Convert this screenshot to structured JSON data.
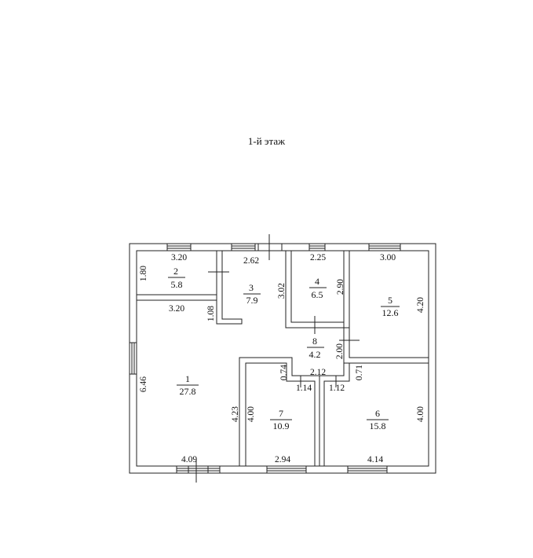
{
  "title": "1-й этаж",
  "rooms": [
    {
      "id": "room-1",
      "number": "1",
      "area": "27.8"
    },
    {
      "id": "room-2",
      "number": "2",
      "area": "5.8"
    },
    {
      "id": "room-3",
      "number": "3",
      "area": "7.9"
    },
    {
      "id": "room-4",
      "number": "4",
      "area": "6.5"
    },
    {
      "id": "room-5",
      "number": "5",
      "area": "12.6"
    },
    {
      "id": "room-6",
      "number": "6",
      "area": "15.8"
    },
    {
      "id": "room-7",
      "number": "7",
      "area": "10.9"
    },
    {
      "id": "room-8",
      "number": "8",
      "area": "4.2"
    }
  ],
  "dimensions": {
    "d1": "3.20",
    "d2": "2.62",
    "d3": "2.25",
    "d4": "3.00",
    "d5": "1.80",
    "d6": "3.02",
    "d7": "2.90",
    "d8": "4.20",
    "d9": "3.20",
    "d10": "1.08",
    "d11": "2.00",
    "d12": "0.74",
    "d13": "2.12",
    "d14": "0.71",
    "d15": "1.14",
    "d16": "1.12",
    "d17": "6.46",
    "d18": "4.23",
    "d19": "4.00",
    "d20": "4.00",
    "d21": "4.09",
    "d22": "2.94",
    "d23": "4.14"
  }
}
